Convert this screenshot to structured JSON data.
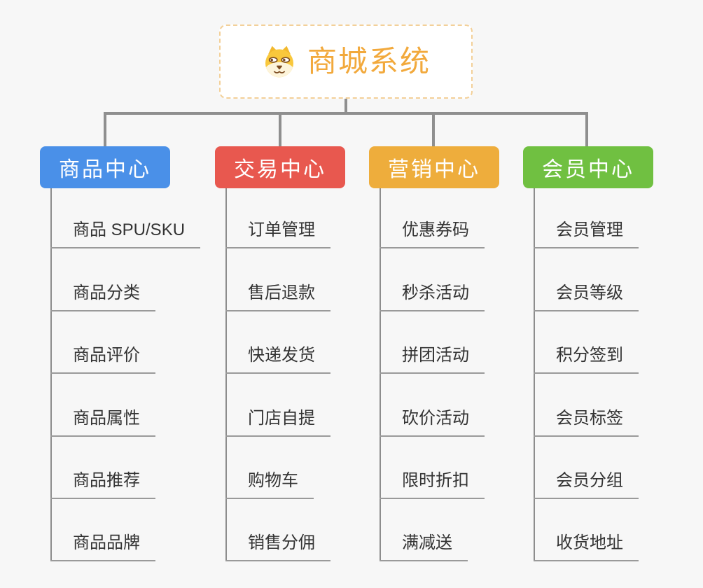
{
  "root": {
    "title": "商城系统",
    "icon": "shiba-dog-icon",
    "text_color": "#f2a93c",
    "border_color": "#f3d099",
    "background": "#ffffff"
  },
  "branches": [
    {
      "label": "商品中心",
      "color": "#4a90e8",
      "items": [
        "商品 SPU/SKU",
        "商品分类",
        "商品评价",
        "商品属性",
        "商品推荐",
        "商品品牌"
      ]
    },
    {
      "label": "交易中心",
      "color": "#e8584f",
      "items": [
        "订单管理",
        "售后退款",
        "快递发货",
        "门店自提",
        "购物车",
        "销售分佣"
      ]
    },
    {
      "label": "营销中心",
      "color": "#eead3c",
      "items": [
        "优惠券码",
        "秒杀活动",
        "拼团活动",
        "砍价活动",
        "限时折扣",
        "满减送"
      ]
    },
    {
      "label": "会员中心",
      "color": "#70c041",
      "items": [
        "会员管理",
        "会员等级",
        "积分签到",
        "会员标签",
        "会员分组",
        "收货地址"
      ]
    }
  ],
  "styles": {
    "canvas_background": "#f7f7f7",
    "connector_color": "#8f8f8f",
    "underline_color": "#9a9a9a",
    "item_text_color": "#333333"
  }
}
